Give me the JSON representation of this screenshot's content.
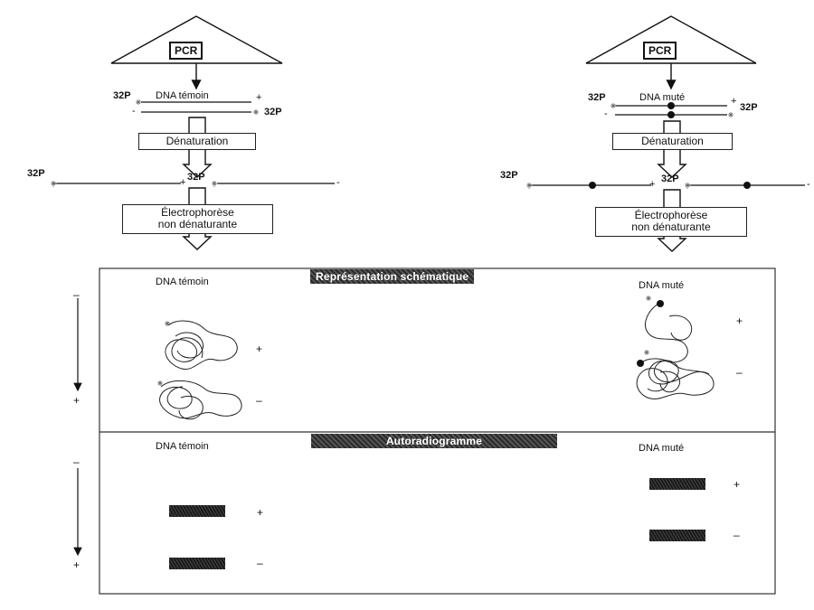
{
  "left": {
    "pcr_label": "PCR",
    "dna_label": "DNA témoin",
    "p32": "32P",
    "plus": "+",
    "minus": "-",
    "denaturation": "Dénaturation",
    "electrophoresis_line1": "Électrophorèse",
    "electrophoresis_line2": "non dénaturante"
  },
  "right": {
    "pcr_label": "PCR",
    "dna_label": "DNA muté",
    "p32": "32P",
    "plus": "+",
    "minus": "-",
    "denaturation": "Dénaturation",
    "electrophoresis_line1": "Électrophorèse",
    "electrophoresis_line2": "non dénaturante"
  },
  "schematic": {
    "title": "Représentation schématique",
    "left_label": "DNA témoin",
    "right_label": "DNA muté",
    "minus": "–",
    "plus": "+"
  },
  "autoradiogram": {
    "title": "Autoradiogramme",
    "left_label": "DNA témoin",
    "right_label": "DNA muté",
    "minus": "–",
    "plus": "+"
  }
}
